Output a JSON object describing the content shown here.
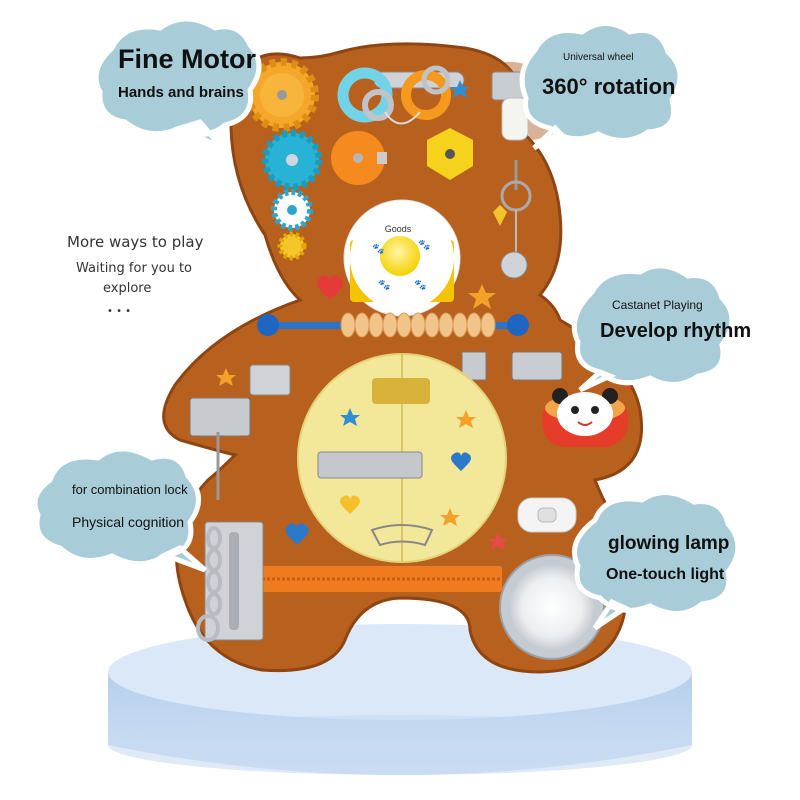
{
  "clouds": {
    "fine_motor": {
      "title": "Fine Motor",
      "subtitle": "Hands and brains"
    },
    "universal_wheel": {
      "title": "Universal wheel",
      "subtitle": "360° rotation"
    },
    "castanet": {
      "title": "Castanet Playing",
      "subtitle": "Develop rhythm"
    },
    "combination_lock": {
      "title": "for combination lock",
      "subtitle": "Physical cognition"
    },
    "lamp": {
      "title": "glowing lamp",
      "subtitle": "One-touch light"
    }
  },
  "center_text": {
    "heading": "More ways to play",
    "line1": "Waiting for you to",
    "line2": "explore",
    "dots": "• • •"
  },
  "board": {
    "button_label": "Goods"
  },
  "colors": {
    "board_brown": "#b8601e",
    "board_edge": "#8e4512",
    "cloud_fill": "#a9cdd8",
    "cloud_stroke": "#ffffff",
    "pedestal_top": "#d6e6f6",
    "pedestal_side": "#b9d2ee",
    "disc_yellow": "#f3e79a",
    "zipper_orange": "#f07a1e"
  }
}
